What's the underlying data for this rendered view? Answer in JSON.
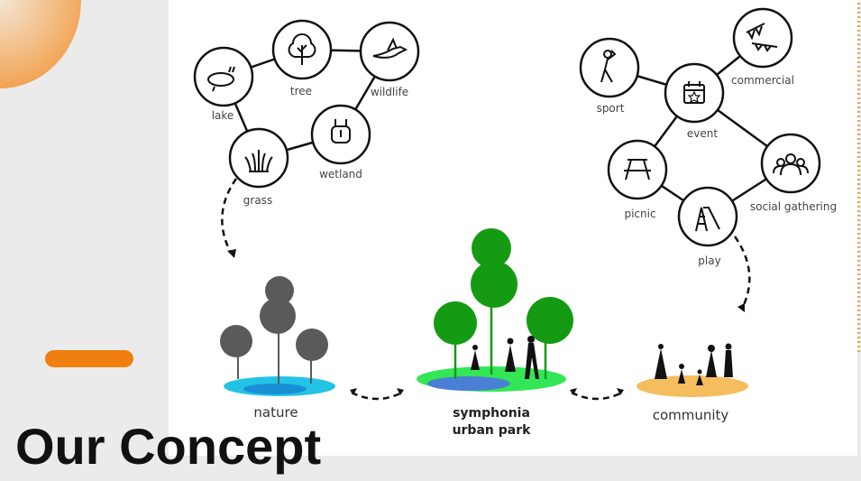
{
  "slide_title": "Our Concept",
  "colors": {
    "accent": "#f07f0f",
    "nature_ground": "#22c3e6",
    "park_ground": "#33e655",
    "community_ground": "#f6bd5e",
    "tree_gray": "#5a5a5a",
    "tree_green": "#159a14"
  },
  "nature_nodes": [
    {
      "label": "lake",
      "icon": "lake-icon"
    },
    {
      "label": "tree",
      "icon": "tree-icon"
    },
    {
      "label": "wildlife",
      "icon": "bird-icon"
    },
    {
      "label": "wetland",
      "icon": "wetland-icon"
    },
    {
      "label": "grass",
      "icon": "grass-icon"
    }
  ],
  "community_nodes": [
    {
      "label": "sport",
      "icon": "sport-icon"
    },
    {
      "label": "event",
      "icon": "calendar-star-icon"
    },
    {
      "label": "commercial",
      "icon": "bunting-icon"
    },
    {
      "label": "picnic",
      "icon": "picnic-table-icon"
    },
    {
      "label": "social gathering",
      "icon": "group-icon"
    },
    {
      "label": "play",
      "icon": "slide-icon"
    }
  ],
  "scenes": {
    "nature": "nature",
    "park_line1": "symphonia",
    "park_line2": "urban park",
    "community": "community"
  }
}
